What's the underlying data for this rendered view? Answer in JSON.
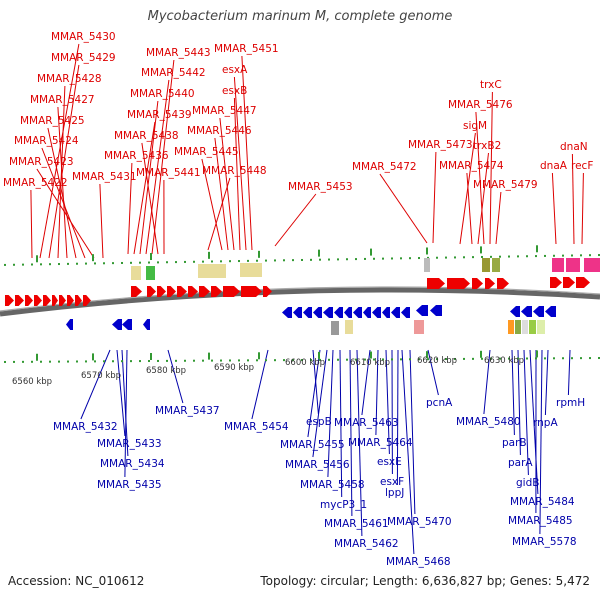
{
  "title": "Mycobacterium marinum M, complete genome",
  "accession": "Accession: NC_010612",
  "topology": "Topology: circular; Length: 6,636,827 bp; Genes: 5,472",
  "colors": {
    "forward": "#ee0000",
    "reverse": "#0000cc",
    "backbone": "#666666",
    "tick": "#339933",
    "label_fwd": "#dd0000",
    "label_rev": "#0000aa"
  },
  "ticks": [
    "6560 kbp",
    "6570 kbp",
    "6580 kbp",
    "6590 kbp",
    "6600 kbp",
    "6610 kbp",
    "6620 kbp",
    "6630 kbp"
  ],
  "forward_labels": [
    "MMAR_5430",
    "MMAR_5429",
    "MMAR_5428",
    "MMAR_5427",
    "MMAR_5425",
    "MMAR_5424",
    "MMAR_5423",
    "MMAR_5422",
    "MMAR_5431",
    "MMAR_5443",
    "MMAR_5442",
    "MMAR_5440",
    "MMAR_5439",
    "MMAR_5438",
    "MMAR_5436",
    "MMAR_5441",
    "MMAR_5451",
    "esxA",
    "esxB",
    "MMAR_5447",
    "MMAR_5446",
    "MMAR_5445",
    "MMAR_5448",
    "MMAR_5453",
    "MMAR_5472",
    "MMAR_5473",
    "trxC",
    "MMAR_5476",
    "sigM",
    "trxB2",
    "MMAR_5474",
    "MMAR_5479",
    "dnaN",
    "dnaA",
    "recF"
  ],
  "reverse_labels": [
    "MMAR_5432",
    "MMAR_5433",
    "MMAR_5434",
    "MMAR_5435",
    "MMAR_5437",
    "MMAR_5454",
    "espB",
    "MMAR_5455",
    "MMAR_5456",
    "MMAR_5458",
    "mycP3_1",
    "MMAR_5463",
    "MMAR_5464",
    "esxE",
    "esxF",
    "lppJ",
    "MMAR_5461",
    "MMAR_5462",
    "MMAR_5470",
    "MMAR_5468",
    "pcnA",
    "MMAR_5480",
    "parB",
    "parA",
    "gidB",
    "MMAR_5484",
    "MMAR_5485",
    "MMAR_5578",
    "rnpA",
    "rpmH"
  ]
}
